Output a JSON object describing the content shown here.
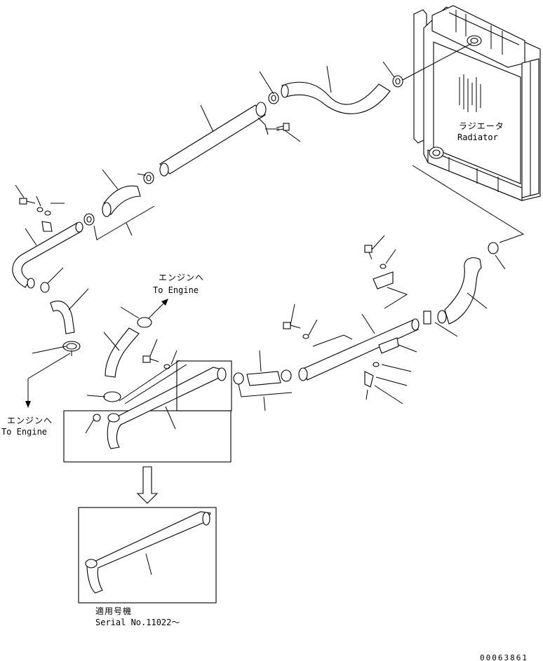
{
  "radiator": {
    "label_jp": "ラジエータ",
    "label_en": "Radiator"
  },
  "to_engine_upper": {
    "label_jp": "エンジンへ",
    "label_en": "To Engine"
  },
  "to_engine_left": {
    "label_jp": "エンジンへ",
    "label_en": "To Engine"
  },
  "serial_box": {
    "label_jp": "適用号機",
    "label_en": "Serial No.11022〜"
  },
  "drawing_id": "00063861"
}
